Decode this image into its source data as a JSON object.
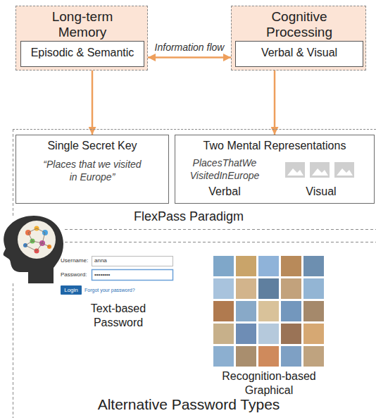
{
  "diagram": {
    "nodes": [
      {
        "text": [
          "Long-term Memory"
        ]
      },
      {
        "text": [
          "Episodic & Semantic"
        ],
        "in": 0
      },
      {
        "text": [
          "Cognitive Processing"
        ]
      },
      {
        "text": [
          "Verbal & Visual"
        ],
        "in": 2
      },
      {
        "text": [
          "FlexPass Paradigm"
        ]
      },
      {
        "text": [
          "Single Secret Key",
          "“Places that we visited in Europe”"
        ],
        "in": 4
      },
      {
        "text": [
          "Two Mental Representations",
          "PlacesThatWe VisitedInEurope",
          "Verbal",
          "Visual"
        ],
        "in": 4
      },
      {
        "text": [
          "Alternative Password Types"
        ]
      }
    ],
    "edges": [
      {
        "from": 0,
        "to": 2,
        "label": "Information flow",
        "arrow": "both"
      },
      {
        "from": 0,
        "to": 5,
        "arrow": "to"
      },
      {
        "from": 2,
        "to": 6,
        "arrow": "to"
      }
    ],
    "labels": [
      "Username:",
      "anna",
      "Password:",
      "••••••••",
      "Login",
      "Forgot your password?",
      "Text-based Password",
      "Recognition-based Graphical"
    ]
  }
}
